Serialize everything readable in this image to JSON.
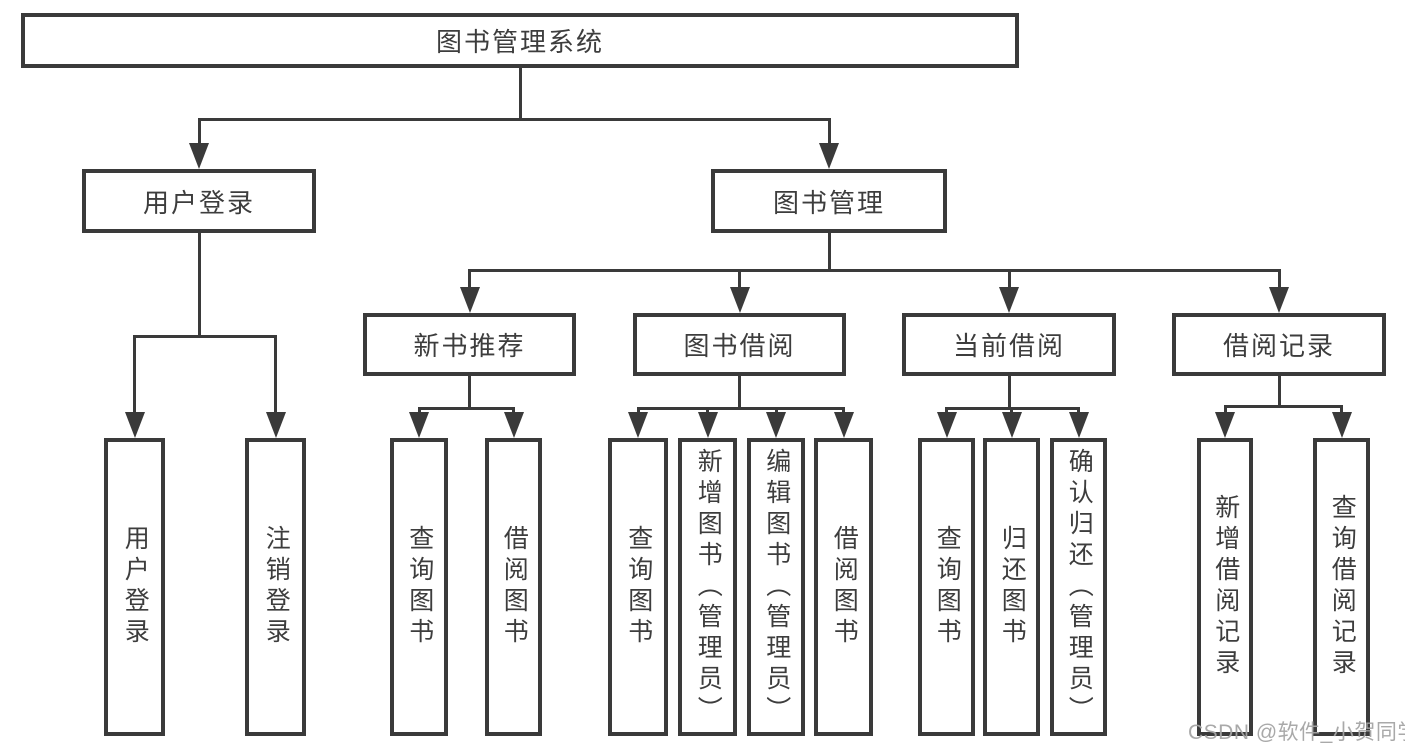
{
  "diagram_type": "tree",
  "colors": {
    "line": "#3a3a3a",
    "text": "#3d3d3d",
    "node_background": "#ffffff",
    "watermark": "#a4a4a4"
  },
  "watermark": {
    "text": "CSDN @软件_小贺同学"
  },
  "tree": {
    "label": "图书管理系统",
    "children": [
      {
        "label": "用户登录",
        "children": [
          {
            "label": "用户登录"
          },
          {
            "label": "注销登录"
          }
        ]
      },
      {
        "label": "图书管理",
        "children": [
          {
            "label": "新书推荐",
            "children": [
              {
                "label": "查询图书"
              },
              {
                "label": "借阅图书"
              }
            ]
          },
          {
            "label": "图书借阅",
            "children": [
              {
                "label": "查询图书"
              },
              {
                "label": "新增图书（管理员）"
              },
              {
                "label": "编辑图书（管理员）"
              },
              {
                "label": "借阅图书"
              }
            ]
          },
          {
            "label": "当前借阅",
            "children": [
              {
                "label": "查询图书"
              },
              {
                "label": "归还图书"
              },
              {
                "label": "确认归还（管理员）"
              }
            ]
          },
          {
            "label": "借阅记录",
            "children": [
              {
                "label": "新增借阅记录"
              },
              {
                "label": "查询借阅记录"
              }
            ]
          }
        ]
      }
    ]
  }
}
